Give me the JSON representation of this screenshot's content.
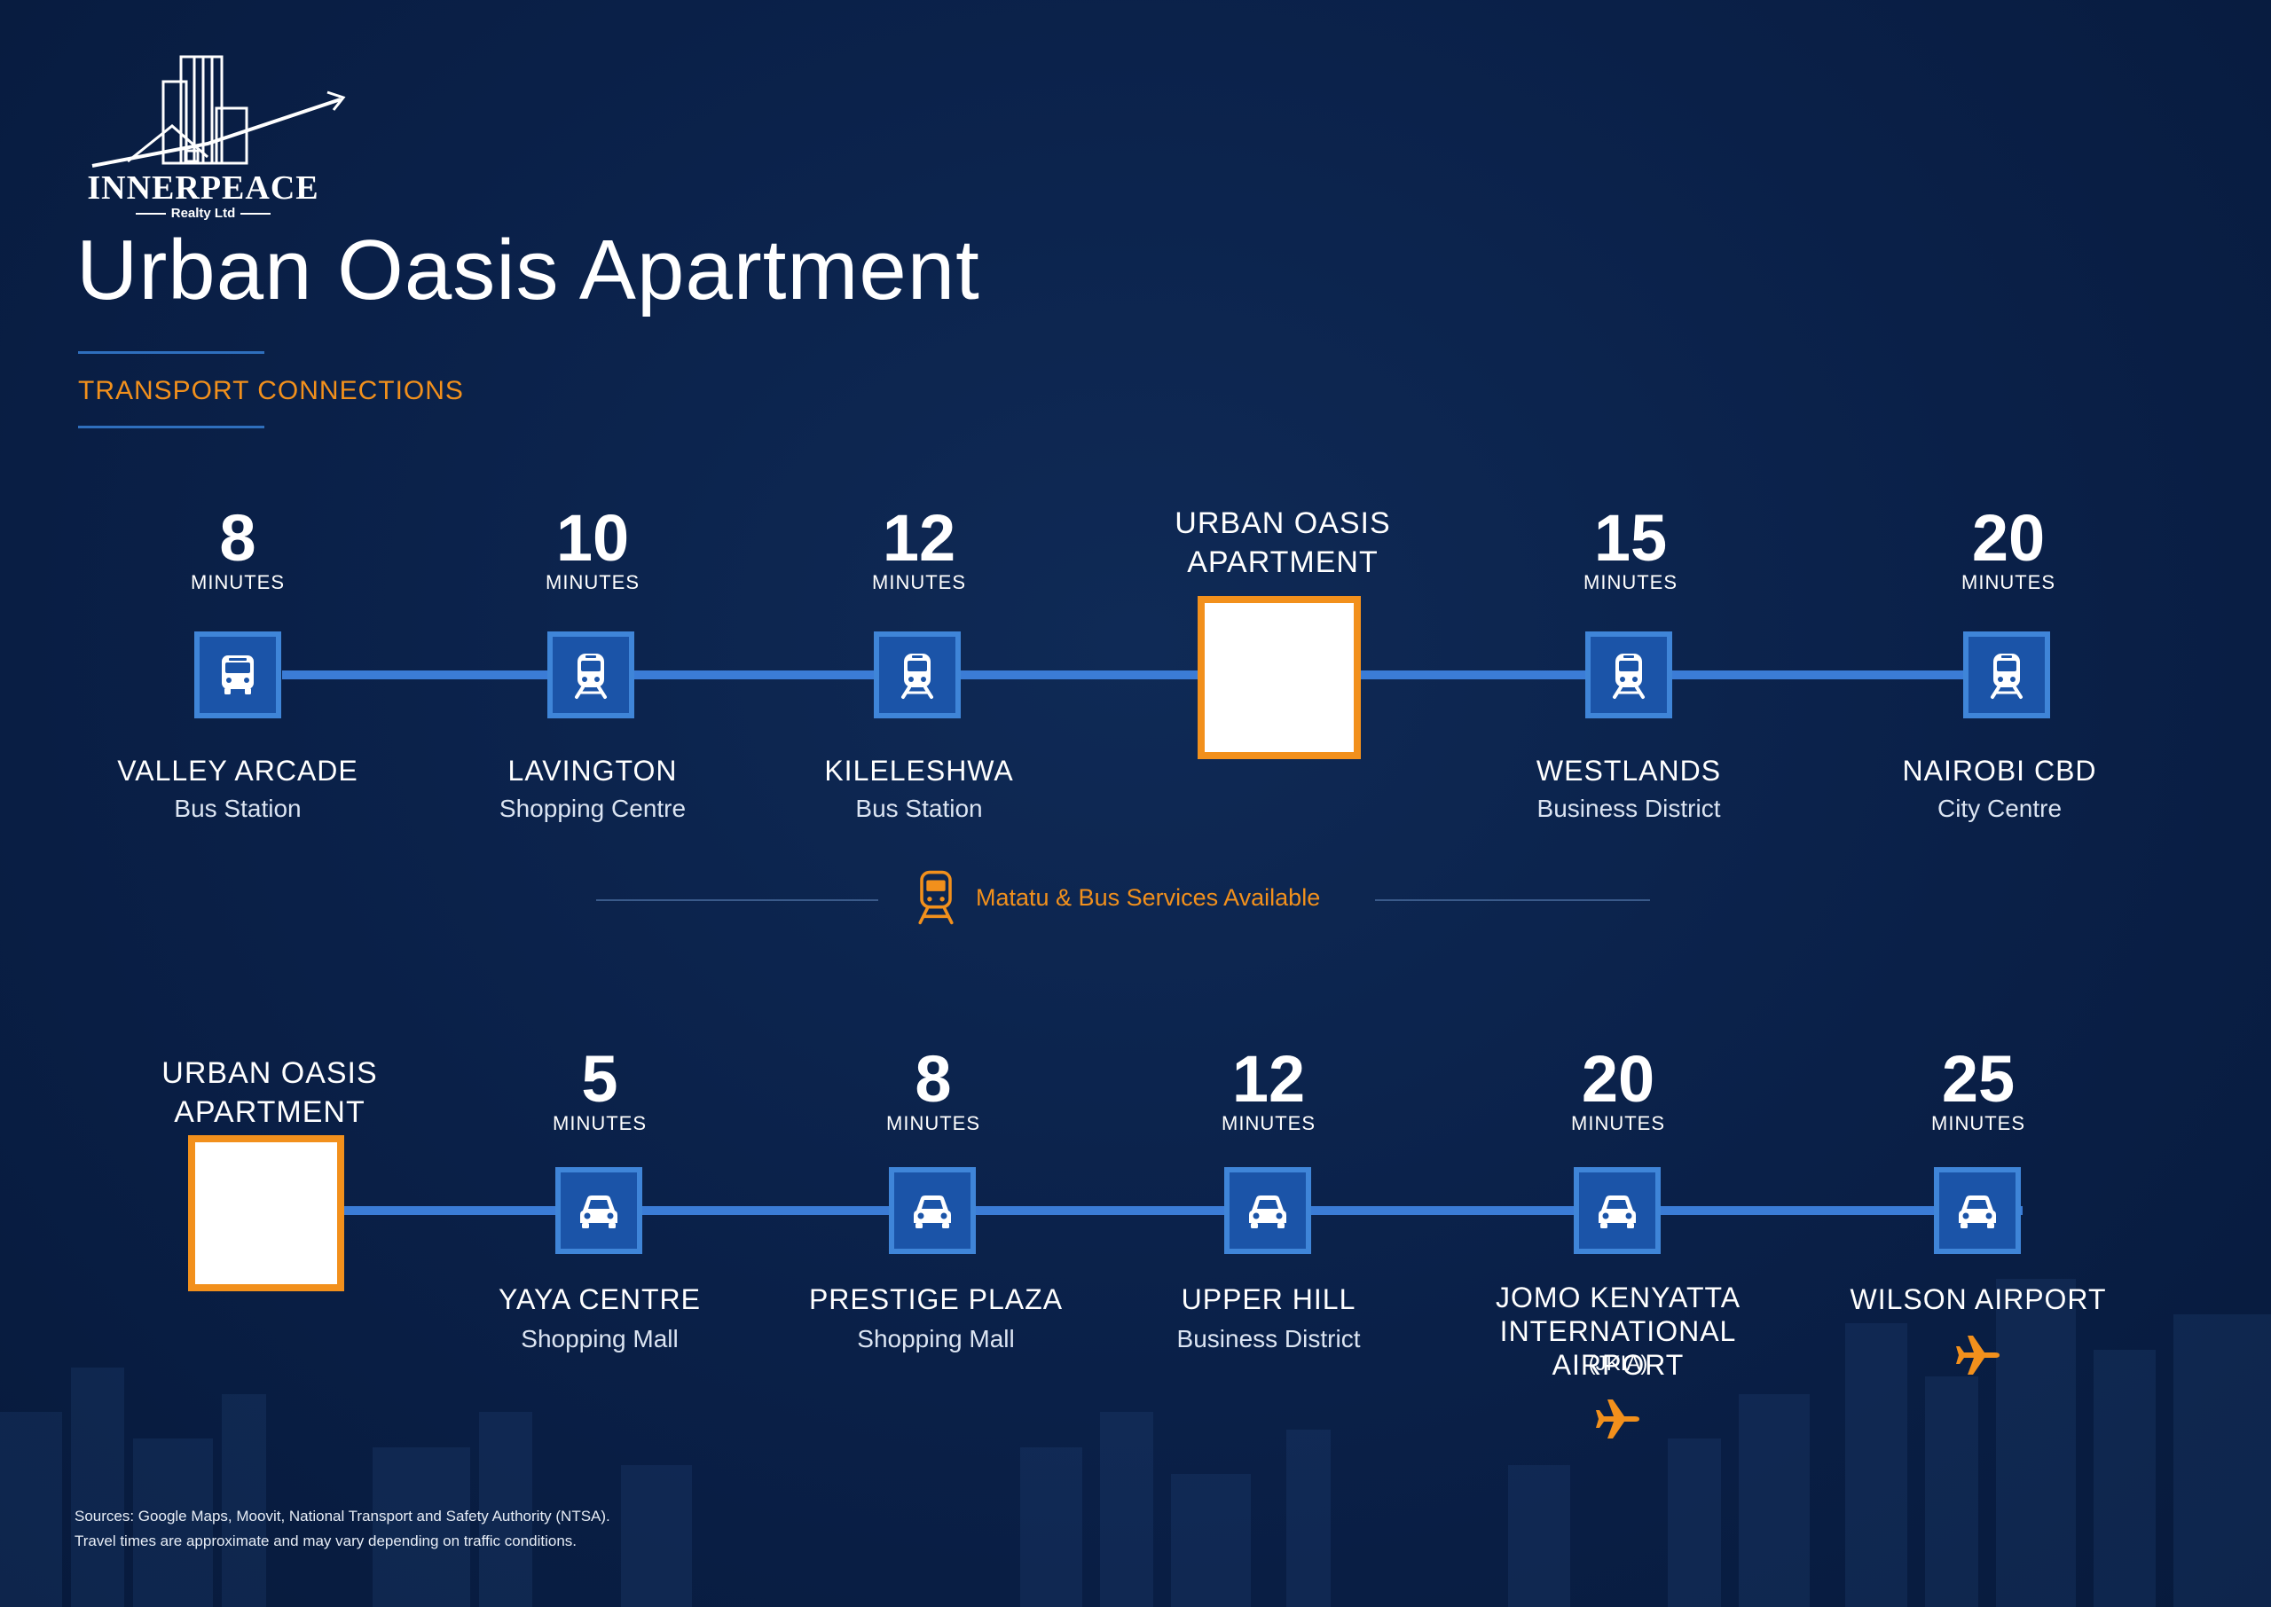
{
  "brand": {
    "name": "INNERPEACE",
    "sub": "Realty Ltd"
  },
  "title": "Urban Oasis Apartment",
  "subtitle": "TRANSPORT CONNECTIONS",
  "colors": {
    "background": "#0a2048",
    "accent": "#f2901c",
    "line": "#3b7cd6",
    "box": "#1b54a8"
  },
  "row1": {
    "apartment": {
      "label_line1": "URBAN OASIS",
      "label_line2": "APARTMENT"
    },
    "stops": [
      {
        "time": "8",
        "unit": "MINUTES",
        "icon": "bus-icon",
        "name": "VALLEY ARCADE",
        "desc": "Bus Station"
      },
      {
        "time": "10",
        "unit": "MINUTES",
        "icon": "train-icon",
        "name": "LAVINGTON",
        "desc": "Shopping Centre"
      },
      {
        "time": "12",
        "unit": "MINUTES",
        "icon": "train-icon",
        "name": "KILELESHWA",
        "desc": "Bus Station"
      },
      {
        "time": "15",
        "unit": "MINUTES",
        "icon": "train-icon",
        "name": "WESTLANDS",
        "desc": "Business District"
      },
      {
        "time": "20",
        "unit": "MINUTES",
        "icon": "train-icon",
        "name": "NAIROBI CBD",
        "desc": "City Centre"
      }
    ]
  },
  "services": {
    "icon": "train-icon",
    "label": "Matatu & Bus Services Available"
  },
  "row2": {
    "apartment": {
      "label_line1": "URBAN OASIS",
      "label_line2": "APARTMENT"
    },
    "stops": [
      {
        "time": "5",
        "unit": "MINUTES",
        "icon": "car-icon",
        "name": "YAYA CENTRE",
        "desc": "Shopping Mall"
      },
      {
        "time": "8",
        "unit": "MINUTES",
        "icon": "car-icon",
        "name": "PRESTIGE PLAZA",
        "desc": "Shopping Mall"
      },
      {
        "time": "12",
        "unit": "MINUTES",
        "icon": "car-icon",
        "name": "UPPER HILL",
        "desc": "Business District"
      },
      {
        "time": "20",
        "unit": "MINUTES",
        "icon": "car-icon",
        "name_line1": "JOMO KENYATTA",
        "name_line2": "INTERNATIONAL AIRPORT",
        "desc": "(JKIA)",
        "extra_icon": "airplane-icon"
      },
      {
        "time": "25",
        "unit": "MINUTES",
        "icon": "car-icon",
        "name": "WILSON AIRPORT",
        "extra_icon": "airplane-icon"
      }
    ]
  },
  "sources": {
    "line1": "Sources: Google Maps, Moovit, National Transport and Safety Authority (NTSA).",
    "line2": "Travel times are approximate and may vary depending on traffic conditions."
  }
}
